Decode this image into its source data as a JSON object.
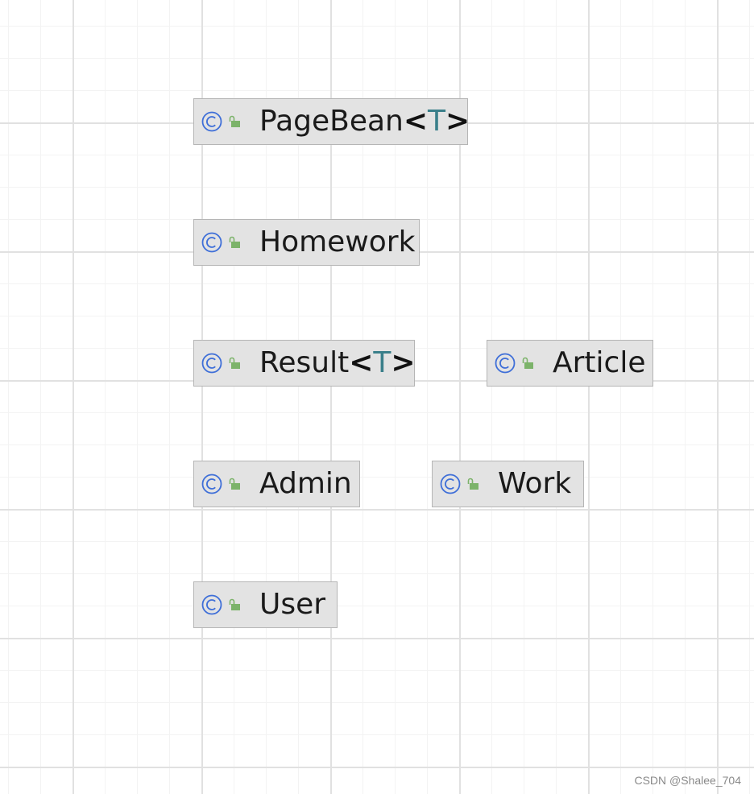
{
  "diagram": {
    "nodes": [
      {
        "id": "pagebean",
        "name": "PageBean",
        "type_param": "T",
        "kind_icon": "class-icon",
        "visibility_icon": "public-lock-icon"
      },
      {
        "id": "homework",
        "name": "Homework",
        "type_param": "",
        "kind_icon": "class-icon",
        "visibility_icon": "public-lock-icon"
      },
      {
        "id": "result",
        "name": "Result",
        "type_param": "T",
        "kind_icon": "class-icon",
        "visibility_icon": "public-lock-icon"
      },
      {
        "id": "article",
        "name": "Article",
        "type_param": "",
        "kind_icon": "class-icon",
        "visibility_icon": "public-lock-icon"
      },
      {
        "id": "admin",
        "name": "Admin",
        "type_param": "",
        "kind_icon": "class-icon",
        "visibility_icon": "public-lock-icon"
      },
      {
        "id": "work",
        "name": "Work",
        "type_param": "",
        "kind_icon": "class-icon",
        "visibility_icon": "public-lock-icon"
      },
      {
        "id": "user",
        "name": "User",
        "type_param": "",
        "kind_icon": "class-icon",
        "visibility_icon": "public-lock-icon"
      }
    ]
  },
  "generic_open": "<",
  "generic_close": ">",
  "watermark": "CSDN @Shalee_704",
  "colors": {
    "node_fill": "#e3e3e3",
    "node_border": "#b5b5b5",
    "class_icon": "#3f6fd8",
    "lock_icon": "#7cb36a",
    "type_param": "#3a7f8a",
    "grid_major": "#e1e1e1",
    "grid_minor": "#f3f3f3"
  }
}
